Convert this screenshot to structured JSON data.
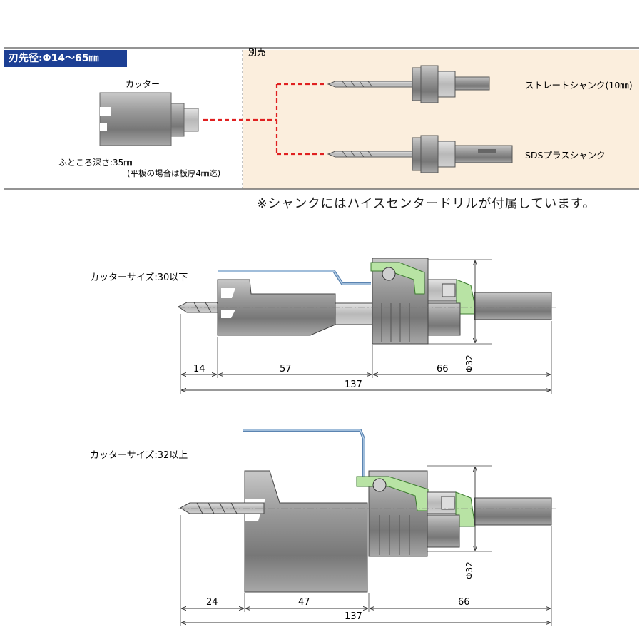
{
  "top_panel": {
    "badge": "刃先径:Φ14〜65㎜",
    "separate_sale_label": "別売",
    "cutter_label": "カッター",
    "depth_label": "ふところ深さ:35㎜",
    "depth_note": "(平板の場合は板厚4㎜迄)",
    "shank_straight_label": "ストレートシャンク(10㎜)",
    "shank_sds_label": "SDSプラスシャンク",
    "colors": {
      "badge_bg": "#1c3f94",
      "optional_bg": "#fbeedd",
      "dash_red": "#e02020"
    }
  },
  "note": "※シャンクにはハイスセンタードリルが付属しています。",
  "diagram1": {
    "label": "カッターサイズ:30以下",
    "dims": {
      "a": "14",
      "b": "57",
      "c": "66",
      "total": "137",
      "diameter": "Φ32"
    }
  },
  "diagram2": {
    "label": "カッターサイズ:32以上",
    "dims": {
      "a": "24",
      "b": "47",
      "c": "66",
      "total": "137",
      "diameter": "Φ32"
    }
  }
}
